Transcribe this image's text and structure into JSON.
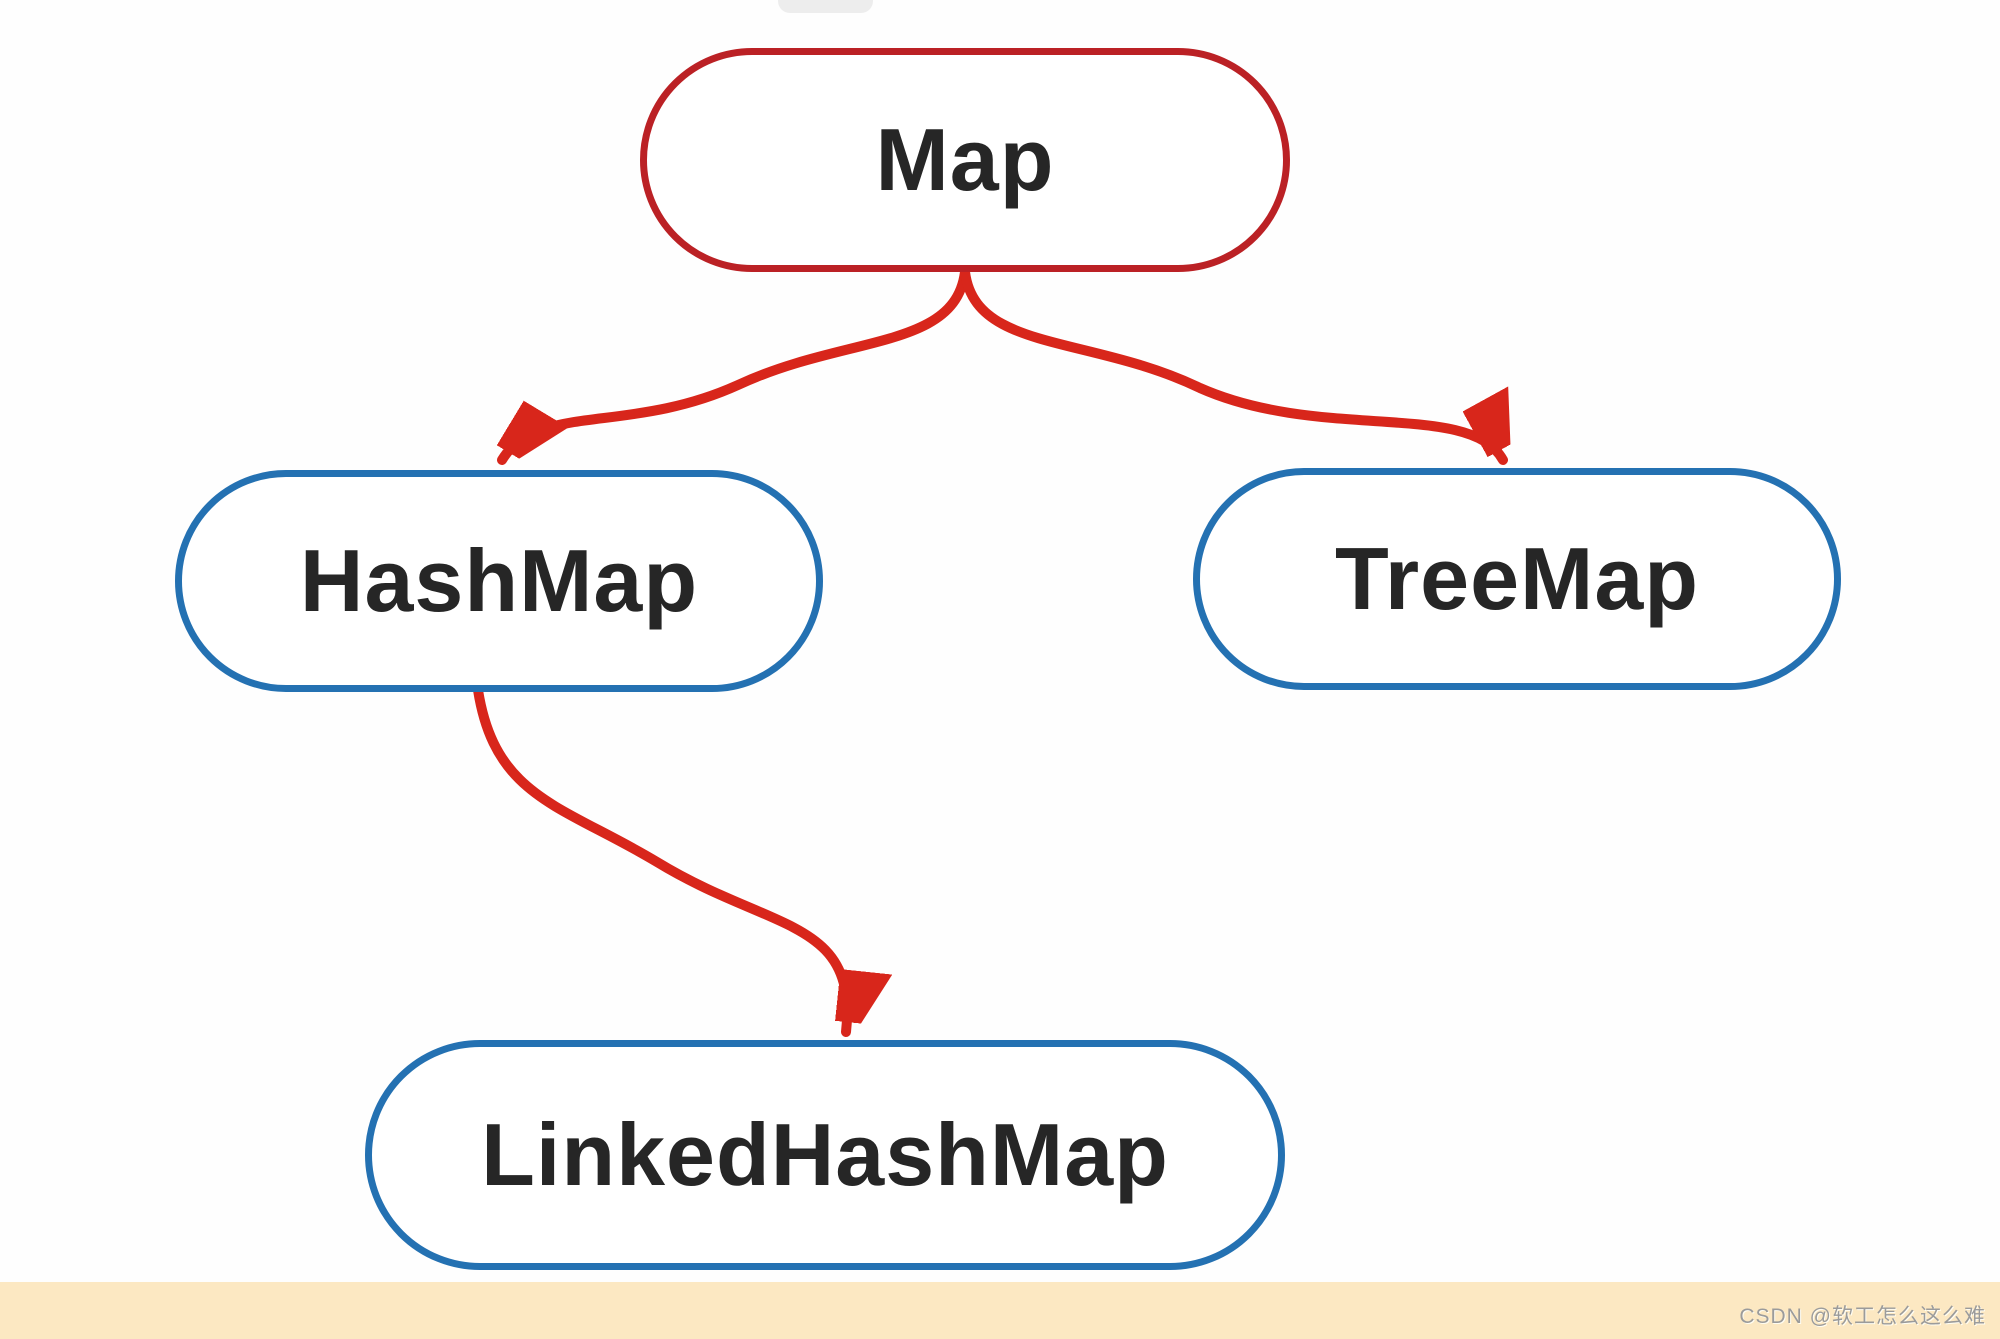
{
  "diagram": {
    "title_implied": "Map hierarchy",
    "nodes": [
      {
        "id": "map",
        "label": "Map",
        "border_color": "#bb2125",
        "fill_color": "#ffffff",
        "text_color": "#262626"
      },
      {
        "id": "hashmap",
        "label": "HashMap",
        "border_color": "#2471b2",
        "fill_color": "#ffffff",
        "text_color": "#262626"
      },
      {
        "id": "treemap",
        "label": "TreeMap",
        "border_color": "#2471b2",
        "fill_color": "#ffffff",
        "text_color": "#262626"
      },
      {
        "id": "linkedhashmap",
        "label": "LinkedHashMap",
        "border_color": "#2471b2",
        "fill_color": "#ffffff",
        "text_color": "#262626"
      }
    ],
    "edges": [
      {
        "from": "map",
        "to": "hashmap",
        "color": "#d8261b",
        "style": "curved-arrow"
      },
      {
        "from": "map",
        "to": "treemap",
        "color": "#d8261b",
        "style": "curved-arrow"
      },
      {
        "from": "hashmap",
        "to": "linkedhashmap",
        "color": "#d8261b",
        "style": "curved-arrow"
      }
    ]
  },
  "footer": {
    "watermark": "CSDN @软工怎么这么难",
    "bar_color": "#fce8c2",
    "text_color": "#9b9b9b"
  }
}
